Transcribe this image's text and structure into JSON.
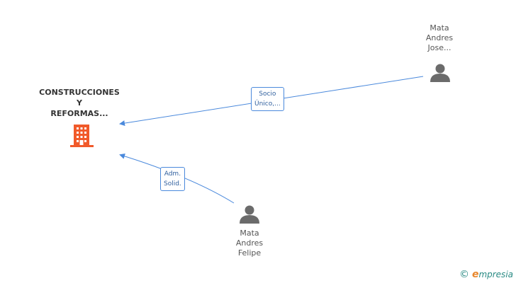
{
  "nodes": {
    "company": {
      "label": "CONSTRUCCIONES\nY\nREFORMAS...",
      "icon": "building-icon",
      "color": "#f15a2a"
    },
    "person1": {
      "label": "Mata\nAndres\nJose...",
      "icon": "person-icon",
      "color": "#6b6b6b"
    },
    "person2": {
      "label": "Mata\nAndres\nFelipe",
      "icon": "person-icon",
      "color": "#6b6b6b"
    }
  },
  "edges": [
    {
      "label": "Socio\nÚnico,..."
    },
    {
      "label": "Adm.\nSolid."
    }
  ],
  "edge_color": "#4a89dc",
  "watermark": {
    "copyright": "©",
    "brand_first": "e",
    "brand_rest": "mpresia"
  }
}
